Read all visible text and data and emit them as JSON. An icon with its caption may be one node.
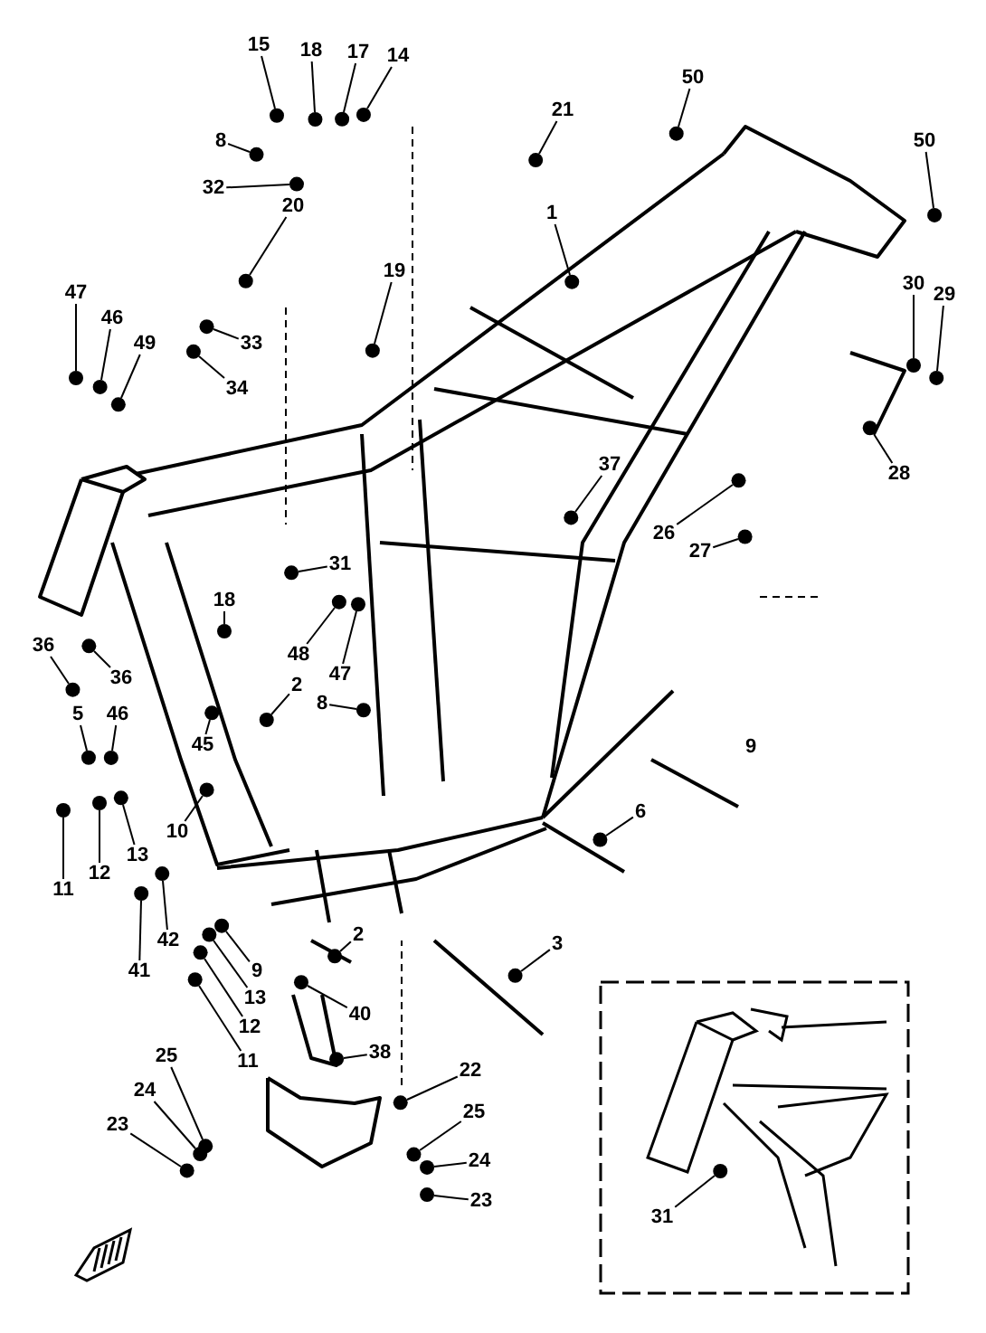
{
  "diagram": {
    "nodes": [
      {
        "text": [
          "15"
        ]
      },
      {
        "text": [
          "18"
        ]
      },
      {
        "text": [
          "17"
        ]
      },
      {
        "text": [
          "14"
        ]
      },
      {
        "text": [
          "8"
        ]
      },
      {
        "text": [
          "32"
        ]
      },
      {
        "text": [
          "20"
        ]
      },
      {
        "text": [
          "19"
        ]
      },
      {
        "text": [
          "21"
        ]
      },
      {
        "text": [
          "1"
        ]
      },
      {
        "text": [
          "50"
        ]
      },
      {
        "text": [
          "50"
        ]
      },
      {
        "text": [
          "30"
        ]
      },
      {
        "text": [
          "29"
        ]
      },
      {
        "text": [
          "47"
        ]
      },
      {
        "text": [
          "46"
        ]
      },
      {
        "text": [
          "49"
        ]
      },
      {
        "text": [
          "33"
        ]
      },
      {
        "text": [
          "34"
        ]
      },
      {
        "text": [
          "28"
        ]
      },
      {
        "text": [
          "37"
        ]
      },
      {
        "text": [
          "26"
        ]
      },
      {
        "text": [
          "27"
        ]
      },
      {
        "text": [
          "31"
        ]
      },
      {
        "text": [
          "18"
        ]
      },
      {
        "text": [
          "36"
        ]
      },
      {
        "text": [
          "36"
        ]
      },
      {
        "text": [
          "48"
        ]
      },
      {
        "text": [
          "47"
        ]
      },
      {
        "text": [
          "2"
        ]
      },
      {
        "text": [
          "8"
        ]
      },
      {
        "text": [
          "5"
        ]
      },
      {
        "text": [
          "46"
        ]
      },
      {
        "text": [
          "45"
        ]
      },
      {
        "text": [
          "10"
        ]
      },
      {
        "text": [
          "13"
        ]
      },
      {
        "text": [
          "12"
        ]
      },
      {
        "text": [
          "11"
        ]
      },
      {
        "text": [
          "42"
        ]
      },
      {
        "text": [
          "41"
        ]
      },
      {
        "text": [
          "2"
        ]
      },
      {
        "text": [
          "9"
        ]
      },
      {
        "text": [
          "13"
        ]
      },
      {
        "text": [
          "40"
        ]
      },
      {
        "text": [
          "12"
        ]
      },
      {
        "text": [
          "11"
        ]
      },
      {
        "text": [
          "38"
        ]
      },
      {
        "text": [
          "25"
        ]
      },
      {
        "text": [
          "24"
        ]
      },
      {
        "text": [
          "23"
        ]
      },
      {
        "text": [
          "22"
        ]
      },
      {
        "text": [
          "25"
        ]
      },
      {
        "text": [
          "24"
        ]
      },
      {
        "text": [
          "23"
        ]
      },
      {
        "text": [
          "6"
        ]
      },
      {
        "text": [
          "3"
        ]
      },
      {
        "text": [
          "31"
        ]
      },
      {
        "text": [],
        "shape": "circle"
      },
      {
        "text": [],
        "shape": "circle"
      },
      {
        "text": [],
        "shape": "circle"
      },
      {
        "text": [],
        "shape": "circle"
      },
      {
        "text": [],
        "shape": "circle"
      },
      {
        "text": [],
        "shape": "circle"
      },
      {
        "text": [],
        "shape": "circle"
      },
      {
        "text": [],
        "shape": "circle"
      },
      {
        "text": [],
        "shape": "circle"
      },
      {
        "text": [],
        "shape": "circle"
      },
      {
        "text": [],
        "shape": "circle"
      },
      {
        "text": [],
        "shape": "circle"
      },
      {
        "text": [],
        "shape": "circle"
      },
      {
        "text": [],
        "shape": "circle"
      },
      {
        "text": [],
        "shape": "circle"
      },
      {
        "text": [],
        "shape": "circle"
      },
      {
        "text": [],
        "shape": "circle"
      },
      {
        "text": [],
        "shape": "circle"
      },
      {
        "text": [],
        "shape": "circle"
      },
      {
        "text": [],
        "shape": "circle"
      },
      {
        "text": [],
        "shape": "circle"
      },
      {
        "text": [],
        "shape": "circle"
      },
      {
        "text": [],
        "shape": "circle"
      },
      {
        "text": [],
        "shape": "circle"
      },
      {
        "text": [],
        "shape": "circle"
      },
      {
        "text": [],
        "shape": "circle"
      },
      {
        "text": [],
        "shape": "circle"
      },
      {
        "text": [],
        "shape": "circle"
      },
      {
        "text": [],
        "shape": "circle"
      },
      {
        "text": [],
        "shape": "circle"
      },
      {
        "text": [],
        "shape": "circle"
      },
      {
        "text": [],
        "shape": "circle"
      },
      {
        "text": [],
        "shape": "circle"
      },
      {
        "text": [],
        "shape": "circle"
      },
      {
        "text": [],
        "shape": "circle"
      },
      {
        "text": [],
        "shape": "circle"
      },
      {
        "text": [],
        "shape": "circle"
      },
      {
        "text": [],
        "shape": "circle"
      },
      {
        "text": [],
        "shape": "circle"
      },
      {
        "text": [],
        "shape": "circle"
      },
      {
        "text": [],
        "shape": "circle"
      },
      {
        "text": [],
        "shape": "circle"
      },
      {
        "text": [],
        "shape": "circle"
      },
      {
        "text": [],
        "shape": "circle"
      },
      {
        "text": [],
        "shape": "circle"
      },
      {
        "text": [],
        "shape": "circle"
      },
      {
        "text": [],
        "shape": "circle"
      },
      {
        "text": [],
        "shape": "circle"
      },
      {
        "text": [],
        "shape": "circle"
      },
      {
        "text": [],
        "shape": "circle"
      },
      {
        "text": [],
        "shape": "circle"
      },
      {
        "text": [],
        "shape": "circle"
      },
      {
        "text": [],
        "shape": "circle"
      },
      {
        "text": [],
        "shape": "circle"
      },
      {
        "text": [],
        "shape": "circle"
      },
      {
        "text": [],
        "shape": "circle"
      },
      {
        "text": [],
        "shape": "circle"
      }
    ],
    "edges": [
      {
        "from": 0,
        "to": 57,
        "arrow": "none"
      },
      {
        "from": 1,
        "to": 58,
        "arrow": "none"
      },
      {
        "from": 2,
        "to": 59,
        "arrow": "none"
      },
      {
        "from": 3,
        "to": 60,
        "arrow": "none"
      },
      {
        "from": 4,
        "to": 61,
        "arrow": "none"
      },
      {
        "from": 5,
        "to": 62,
        "arrow": "none"
      },
      {
        "from": 6,
        "to": 63,
        "arrow": "none"
      },
      {
        "from": 7,
        "to": 64,
        "arrow": "none"
      },
      {
        "from": 8,
        "to": 65,
        "arrow": "none"
      },
      {
        "from": 9,
        "to": 66,
        "arrow": "none"
      },
      {
        "from": 10,
        "to": 67,
        "arrow": "none"
      },
      {
        "from": 11,
        "to": 68,
        "arrow": "none"
      },
      {
        "from": 12,
        "to": 69,
        "arrow": "none"
      },
      {
        "from": 13,
        "to": 70,
        "arrow": "none"
      },
      {
        "from": 14,
        "to": 71,
        "arrow": "none"
      },
      {
        "from": 15,
        "to": 72,
        "arrow": "none"
      },
      {
        "from": 16,
        "to": 73,
        "arrow": "none"
      },
      {
        "from": 17,
        "to": 74,
        "arrow": "none"
      },
      {
        "from": 18,
        "to": 75,
        "arrow": "none"
      },
      {
        "from": 19,
        "to": 76,
        "arrow": "none"
      },
      {
        "from": 20,
        "to": 77,
        "arrow": "none"
      },
      {
        "from": 21,
        "to": 78,
        "arrow": "none"
      },
      {
        "from": 22,
        "to": 79,
        "arrow": "none"
      },
      {
        "from": 23,
        "to": 80,
        "arrow": "none"
      },
      {
        "from": 24,
        "to": 81,
        "arrow": "none"
      },
      {
        "from": 25,
        "to": 82,
        "arrow": "none"
      },
      {
        "from": 26,
        "to": 83,
        "arrow": "none"
      },
      {
        "from": 27,
        "to": 84,
        "arrow": "none"
      },
      {
        "from": 28,
        "to": 85,
        "arrow": "none"
      },
      {
        "from": 29,
        "to": 86,
        "arrow": "none"
      },
      {
        "from": 30,
        "to": 87,
        "arrow": "none"
      },
      {
        "from": 31,
        "to": 88,
        "arrow": "none"
      },
      {
        "from": 32,
        "to": 89,
        "arrow": "none"
      },
      {
        "from": 33,
        "to": 90,
        "arrow": "none"
      },
      {
        "from": 34,
        "to": 91,
        "arrow": "none"
      },
      {
        "from": 35,
        "to": 92,
        "arrow": "none"
      },
      {
        "from": 36,
        "to": 93,
        "arrow": "none"
      },
      {
        "from": 37,
        "to": 94,
        "arrow": "none"
      },
      {
        "from": 38,
        "to": 95,
        "arrow": "none"
      },
      {
        "from": 39,
        "to": 96,
        "arrow": "none"
      },
      {
        "from": 40,
        "to": 97,
        "arrow": "none"
      },
      {
        "from": 41,
        "to": 98,
        "arrow": "none"
      },
      {
        "from": 42,
        "to": 99,
        "arrow": "none"
      },
      {
        "from": 43,
        "to": 100,
        "arrow": "none"
      },
      {
        "from": 44,
        "to": 101,
        "arrow": "none"
      },
      {
        "from": 45,
        "to": 102,
        "arrow": "none"
      },
      {
        "from": 46,
        "to": 103,
        "arrow": "none"
      },
      {
        "from": 47,
        "to": 104,
        "arrow": "none"
      },
      {
        "from": 48,
        "to": 105,
        "arrow": "none"
      },
      {
        "from": 49,
        "to": 106,
        "arrow": "none"
      },
      {
        "from": 50,
        "to": 107,
        "arrow": "none"
      },
      {
        "from": 51,
        "to": 108,
        "arrow": "none"
      },
      {
        "from": 52,
        "to": 109,
        "arrow": "none"
      },
      {
        "from": 53,
        "to": 110,
        "arrow": "none"
      },
      {
        "from": 54,
        "to": 111,
        "arrow": "none"
      },
      {
        "from": 55,
        "to": 112,
        "arrow": "none"
      },
      {
        "from": 56,
        "to": 113,
        "arrow": "none"
      }
    ],
    "labels": [
      "9"
    ]
  }
}
